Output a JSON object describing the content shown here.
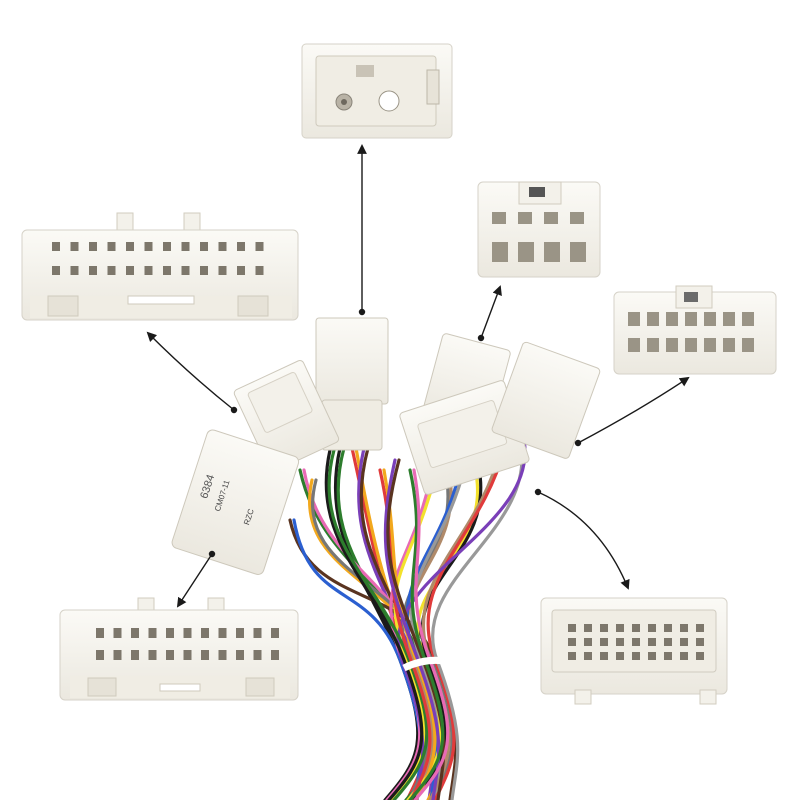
{
  "product": {
    "part_number": "6384",
    "code_small": "CM07-11",
    "code_alt": "RZC"
  },
  "colors": {
    "plastic": "#f6f4ee",
    "plastic_edge": "#d8d5cc",
    "pin": "#8a857a",
    "arrow": "#1a1a1a"
  },
  "wire_colors": [
    "#1b1b1b",
    "#e03b3b",
    "#7a3fb8",
    "#2d7d2d",
    "#f2a81d",
    "#5a3420",
    "#e86ab5",
    "#777777",
    "#2b5fd0",
    "#f3e12c",
    "#b08a6a",
    "#999999"
  ]
}
